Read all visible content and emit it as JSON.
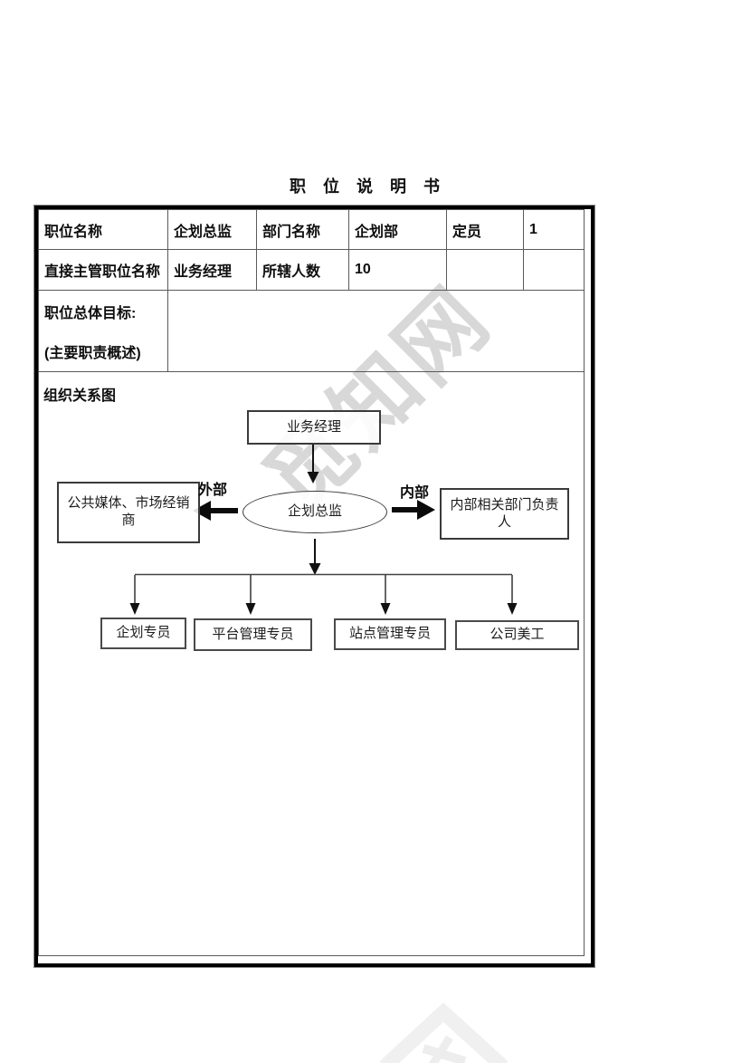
{
  "page": {
    "title": "职 位 说 明 书"
  },
  "table": {
    "r1": {
      "c1": "职位名称",
      "c2": "企划总监",
      "c3": "部门名称",
      "c4": "企划部",
      "c5": "定员",
      "c6": "1"
    },
    "r2": {
      "c1": "直接主管职位名称",
      "c2": "业务经理",
      "c3": "所辖人数",
      "c4": "10"
    },
    "r3": {
      "line1": "职位总体目标:",
      "line2": "(主要职责概述)"
    },
    "r4": {
      "label": "组织关系图"
    }
  },
  "org_chart": {
    "manager": "业务经理",
    "director": "企划总监",
    "external_label": "外部",
    "internal_label": "内部",
    "external_box": "公共媒体、市场经销商",
    "internal_box": "内部相关部门负责人",
    "subordinates": [
      "企划专员",
      "平台管理专员",
      "站点管理专员",
      "公司美工"
    ]
  },
  "watermark": {
    "text": "觅知网",
    "color": "#b9b9b9"
  },
  "colors": {
    "table_outer_border": "#000000",
    "table_grid": "#5a5a5a",
    "arrow": "#111111"
  }
}
